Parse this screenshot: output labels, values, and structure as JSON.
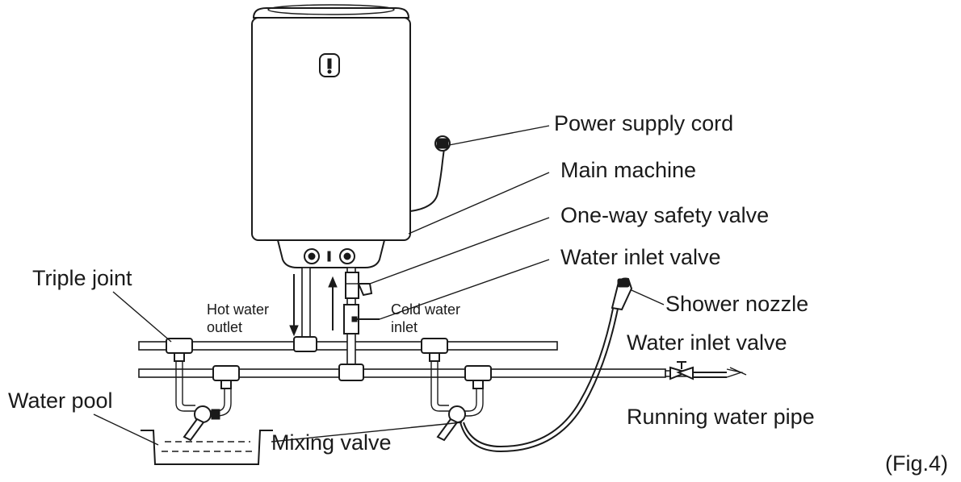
{
  "labels": {
    "power_supply_cord": "Power supply cord",
    "main_machine": "Main machine",
    "one_way_safety_valve": "One-way safety valve",
    "water_inlet_valve_top": "Water inlet valve",
    "triple_joint": "Triple joint",
    "hot_water_outlet_line1": "Hot water",
    "hot_water_outlet_line2": "outlet",
    "cold_water_inlet_line1": "Cold water",
    "cold_water_inlet_line2": "inlet",
    "shower_nozzle": "Shower nozzle",
    "water_inlet_valve_right": "Water inlet valve",
    "water_pool": "Water pool",
    "mixing_valve": "Mixing valve",
    "running_water_pipe": "Running water pipe",
    "figure_caption": "(Fig.4)"
  },
  "colors": {
    "ink": "#1a1a1a",
    "background": "#ffffff"
  }
}
